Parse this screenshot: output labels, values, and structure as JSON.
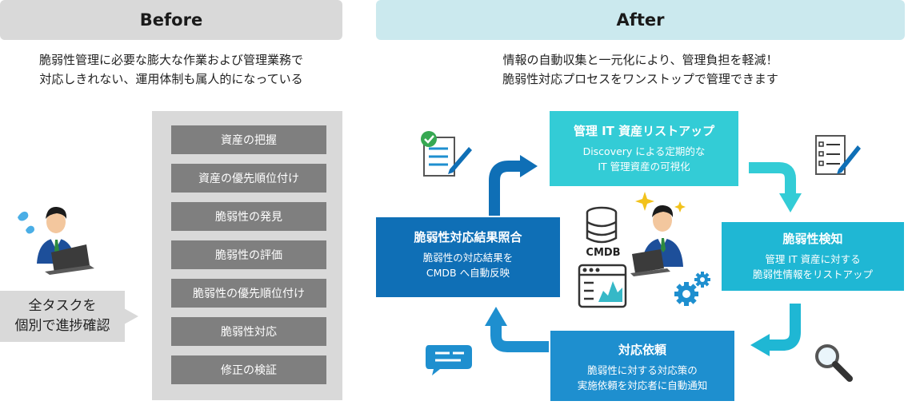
{
  "before": {
    "header": "Before",
    "description_line1": "脆弱性管理に必要な膨大な作業および管理業務で",
    "description_line2": "対応しきれない、運用体制も属人的になっている",
    "tasks": [
      "資産の把握",
      "資産の優先順位付け",
      "脆弱性の発見",
      "脆弱性の評価",
      "脆弱性の優先順位付け",
      "脆弱性対応",
      "修正の検証"
    ],
    "callout_line1": "全タスクを",
    "callout_line2": "個別で進捗確認"
  },
  "after": {
    "header": "After",
    "description_line1": "情報の自動収集と一元化により、管理負担を軽減！",
    "description_line2": "脆弱性対応プロセスをワンストップで管理できます",
    "steps": [
      {
        "title": "管理 IT 資産リストアップ",
        "line1": "Discovery による定期的な",
        "line2": "IT 管理資産の可視化"
      },
      {
        "title": "脆弱性検知",
        "line1": "管理 IT 資産に対する",
        "line2": "脆弱性情報をリストアップ"
      },
      {
        "title": "対応依頼",
        "line1": "脆弱性に対する対応策の",
        "line2": "実施依頼を対応者に自動通知"
      },
      {
        "title": "脆弱性対応結果照合",
        "line1": "脆弱性の対応結果を",
        "line2": "CMDB へ自動反映"
      }
    ],
    "cmdb_label": "CMDB"
  },
  "colors": {
    "before_header": "#d9d9d9",
    "after_header": "#cbe9ee",
    "task_box": "#7f7f7f",
    "step1": "#33ccd6",
    "step2": "#1fb7d4",
    "step3": "#1e8fcf",
    "step4": "#0f6fb6",
    "arrow_top": "#0f6fb6",
    "arrow_right": "#33ccd6",
    "arrow_bottom_right": "#1fb7d4",
    "arrow_bottom_left": "#1e8fcf"
  },
  "icons": [
    "person-worried-icon",
    "sweat-drops-icon",
    "laptop-icon",
    "checklist-done-icon",
    "checklist-icon",
    "database-icon",
    "dashboard-window-icon",
    "person-confident-icon",
    "sparkle-icon",
    "gears-icon",
    "chat-bubble-icon",
    "magnifier-icon"
  ]
}
